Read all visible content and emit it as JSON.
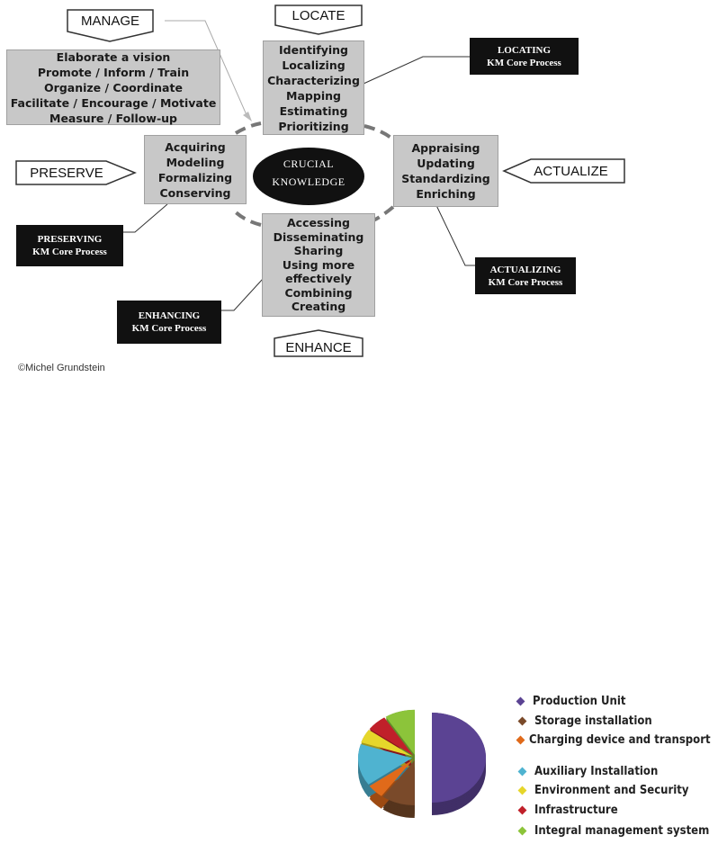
{
  "diagram": {
    "manage": {
      "label": "MANAGE",
      "items": [
        "Elaborate a vision",
        "Promote / Inform / Train",
        "Organize / Coordinate",
        "Facilitate / Encourage / Motivate",
        "Measure / Follow-up"
      ]
    },
    "locate": {
      "label": "LOCATE",
      "items": [
        "Identifying",
        "Localizing",
        "Characterizing",
        "Mapping",
        "Estimating",
        "Prioritizing"
      ],
      "process": [
        "LOCATING",
        "KM Core Process"
      ]
    },
    "preserve": {
      "label": "PRESERVE",
      "items": [
        "Acquiring",
        "Modeling",
        "Formalizing",
        "Conserving"
      ],
      "process": [
        "PRESERVING",
        "KM Core Process"
      ]
    },
    "actualize": {
      "label": "ACTUALIZE",
      "items": [
        "Appraising",
        "Updating",
        "Standardizing",
        "Enriching"
      ],
      "process": [
        "ACTUALIZING",
        "KM Core Process"
      ]
    },
    "enhance": {
      "label": "ENHANCE",
      "items": [
        "Accessing",
        "Disseminating",
        "Sharing",
        "Using more",
        "effectively",
        "Combining",
        "Creating"
      ],
      "process": [
        "ENHANCING",
        "KM Core Process"
      ]
    },
    "center": [
      "CRUCIAL",
      "KNOWLEDGE"
    ],
    "copyright": "©Michel Grundstein"
  },
  "chart_data": {
    "type": "pie",
    "categories": [
      "Production Unit",
      "Storage installation",
      "Charging device and transport",
      "Auxiliary Installation",
      "Environment and Security",
      "Infrastructure",
      "Integral management system"
    ],
    "values": [
      50,
      10,
      5,
      15,
      5,
      6,
      9
    ],
    "colors": [
      "#5b4393",
      "#7a4a2a",
      "#e06a1a",
      "#4fb3d0",
      "#e6d62a",
      "#c0202a",
      "#8cc43a"
    ],
    "legend": "right"
  }
}
